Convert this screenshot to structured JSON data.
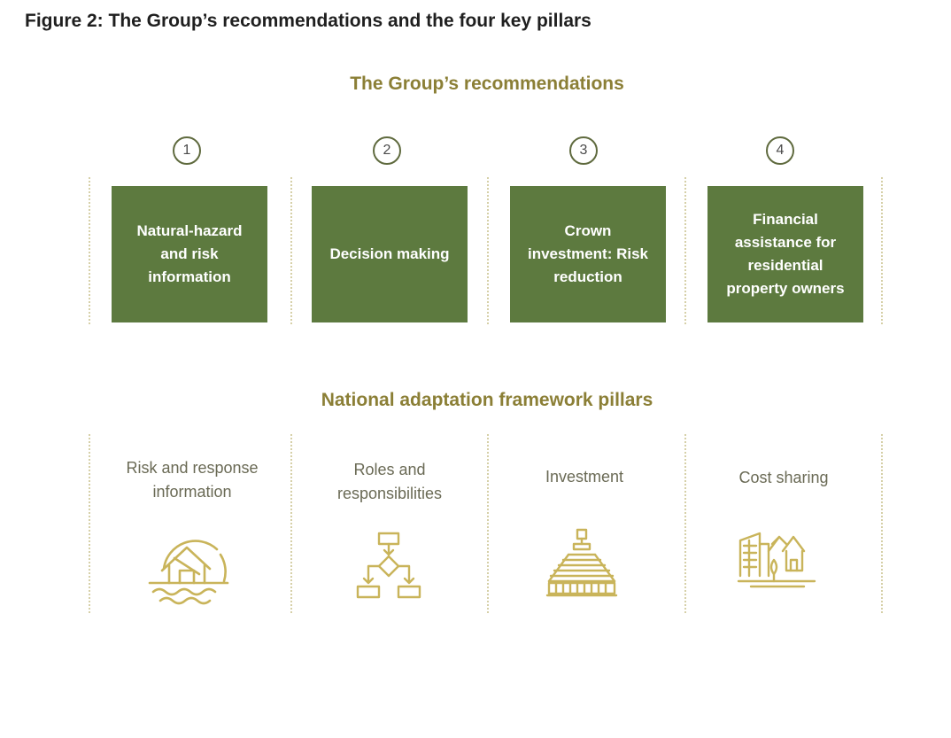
{
  "figure_title": "Figure 2: The Group’s recommendations and the four key pillars",
  "recommendations_heading": "The Group’s recommendations",
  "pillars_heading": "National adaptation framework pillars",
  "recommendations": [
    {
      "number": "1",
      "label": "Natural-hazard and risk information"
    },
    {
      "number": "2",
      "label": "Decision making"
    },
    {
      "number": "3",
      "label": "Crown investment: Risk reduction"
    },
    {
      "number": "4",
      "label": "Financial assistance for residential property owners"
    }
  ],
  "pillars": [
    {
      "label": "Risk and response information",
      "icon": "flooded-house-icon"
    },
    {
      "label": "Roles and responsibilities",
      "icon": "flowchart-icon"
    },
    {
      "label": "Investment",
      "icon": "parliament-dome-icon"
    },
    {
      "label": "Cost sharing",
      "icon": "buildings-house-icon"
    }
  ],
  "colors": {
    "box_fill": "#5d7a3f",
    "heading": "#8b7f36",
    "icon_stroke": "#c9b45a",
    "divider": "#d6d0a8"
  }
}
